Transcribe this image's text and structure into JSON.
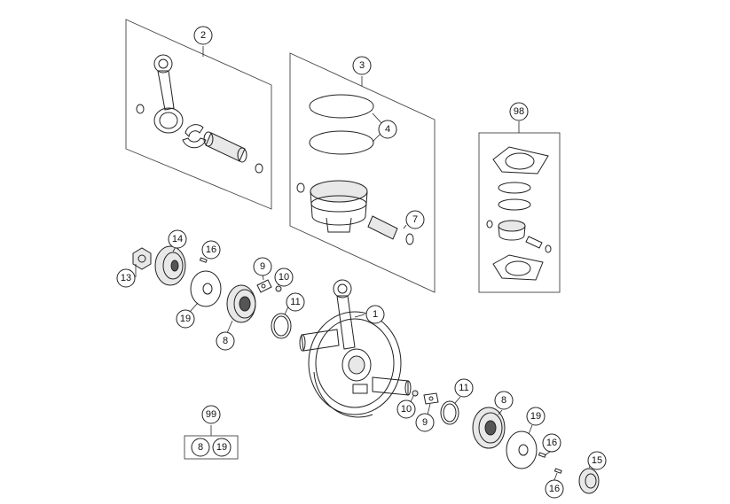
{
  "diagram": {
    "callouts": {
      "c1": "1",
      "c2": "2",
      "c3": "3",
      "c4": "4",
      "c7": "7",
      "c8a": "8",
      "c8b": "8",
      "c9a": "9",
      "c9b": "9",
      "c10a": "10",
      "c10b": "10",
      "c11a": "11",
      "c11b": "11",
      "c13": "13",
      "c14": "14",
      "c15": "15",
      "c16a": "16",
      "c16b": "16",
      "c16c": "16",
      "c19a": "19",
      "c19b": "19",
      "c98": "98",
      "c99": "99",
      "kit_8": "8",
      "kit_19": "19"
    }
  }
}
